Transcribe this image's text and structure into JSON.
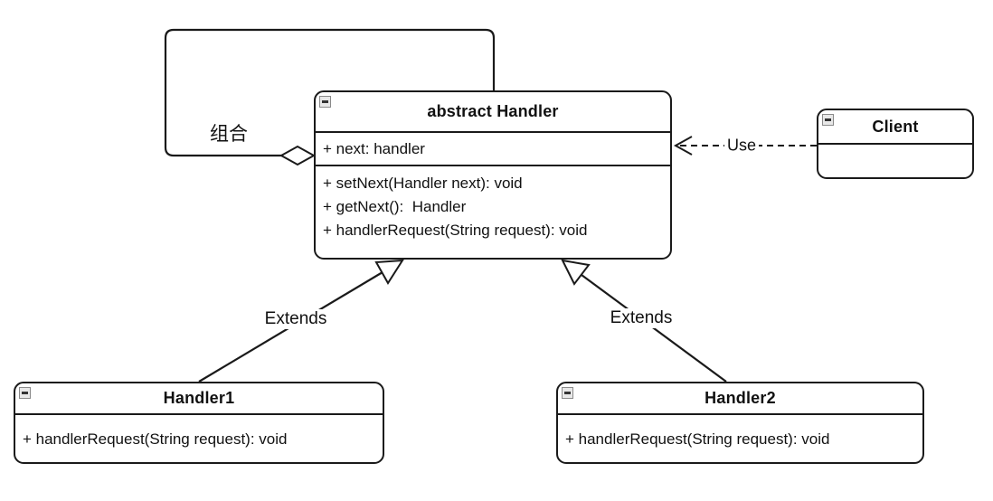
{
  "classes": {
    "abstract_handler": {
      "name": "abstract Handler",
      "attributes": [
        "+ next: handler"
      ],
      "methods": [
        "+ setNext(Handler next): void",
        "+ getNext():  Handler",
        "+ handlerRequest(String request): void"
      ]
    },
    "client": {
      "name": "Client"
    },
    "handler1": {
      "name": "Handler1",
      "methods": [
        "+ handlerRequest(String request): void"
      ]
    },
    "handler2": {
      "name": "Handler2",
      "methods": [
        "+ handlerRequest(String request): void"
      ]
    }
  },
  "relationships": {
    "composition": {
      "label": "组合",
      "kind": "self-aggregation"
    },
    "use": {
      "label": "Use",
      "kind": "dashed-dependency"
    },
    "extends_left": {
      "label": "Extends",
      "kind": "generalization"
    },
    "extends_right": {
      "label": "Extends",
      "kind": "generalization"
    }
  },
  "colors": {
    "line": "#1a1a1a",
    "background": "#ffffff",
    "text": "#111111",
    "collapse_icon_bg": "#e8e8e8"
  }
}
